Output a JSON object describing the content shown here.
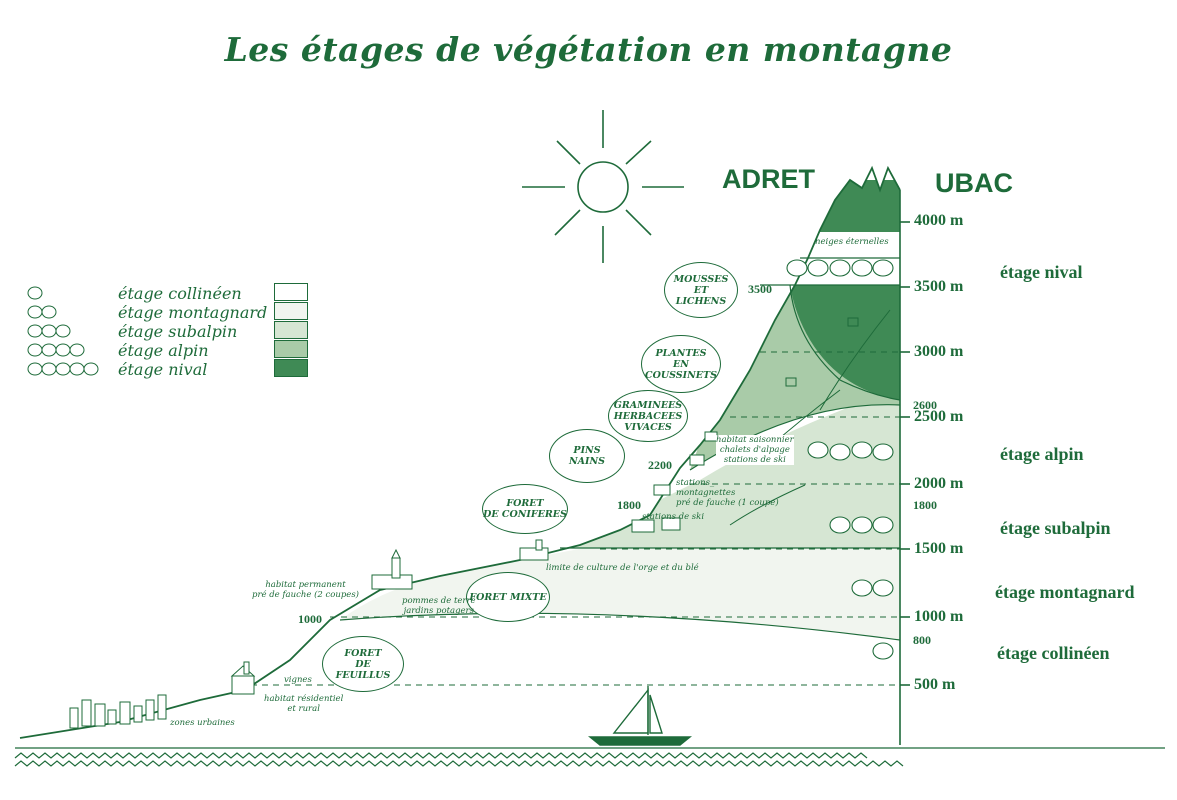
{
  "title": "Les étages de végétation en montagne",
  "sides": {
    "adret": "ADRET",
    "ubac": "UBAC"
  },
  "legend": [
    {
      "label": "étage collinéen",
      "color": "#ffffff",
      "pebbles": 1
    },
    {
      "label": "étage montagnard",
      "color": "#f1f5ef",
      "pebbles": 2
    },
    {
      "label": "étage subalpin",
      "color": "#d6e6d3",
      "pebbles": 3
    },
    {
      "label": "étage alpin",
      "color": "#a9cba8",
      "pebbles": 4
    },
    {
      "label": "étage nival",
      "color": "#3f8a55",
      "pebbles": 5
    }
  ],
  "altitudes": [
    "4000 m",
    "3500 m",
    "3000 m",
    "2500 m",
    "2000 m",
    "1500 m",
    "1000 m",
    "500 m"
  ],
  "ubac_limits": [
    "2600",
    "1800",
    "800"
  ],
  "adret_limits": [
    "3500",
    "2200",
    "1800",
    "1000"
  ],
  "zones": [
    "étage nival",
    "étage alpin",
    "étage subalpin",
    "étage montagnard",
    "étage collinéen"
  ],
  "bubbles": [
    {
      "text": "MOUSSES\nET\nLICHENS"
    },
    {
      "text": "PLANTES\nEN\nCOUSSINETS"
    },
    {
      "text": "GRAMINEES\nHERBACEES\nVIVACES"
    },
    {
      "text": "PINS\nNAINS"
    },
    {
      "text": "FORET\nDE CONIFERES"
    },
    {
      "text": "FORET MIXTE"
    },
    {
      "text": "FORET\nDE\nFEUILLUS"
    }
  ],
  "notes": {
    "neiges": "neiges éternelles",
    "habitat_saisonnier": "habitat saisonnier\nchalets d'alpage\nstations de ski",
    "stations_montagnettes": "stations_\nmontagnettes\npré de fauche (1 coupe)",
    "stations_ski": "stations de ski",
    "limite": "limite de culture de l'orge et du blé",
    "habitat_permanent": "habitat permanent\npré de fauche (2 coupes)",
    "pommes": "pommes de terre\njardins potagers",
    "vignes": "vignes",
    "habitat_residentiel": "habitat résidentiel\net rural",
    "zones_urbaines": "zones urbaines"
  },
  "colors": {
    "ink": "#1e6b3a",
    "nival": "#3f8a55",
    "alpin": "#a9cba8",
    "subalpin": "#d6e6d3",
    "montagnard": "#f1f5ef"
  },
  "icons": [
    "sun-icon",
    "sailboat-icon",
    "village-icon",
    "church-icon",
    "city-icon",
    "chalet-icon",
    "ski-lift-icon",
    "pebble-icon"
  ]
}
